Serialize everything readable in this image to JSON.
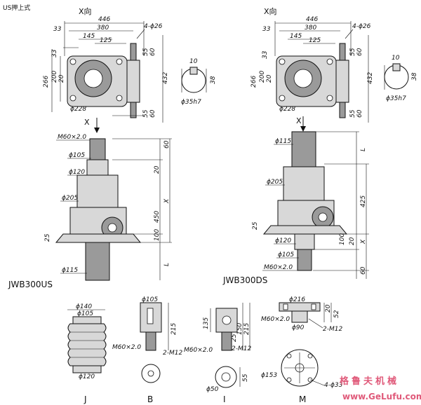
{
  "header": {
    "title": "US押上式"
  },
  "left_top": {
    "view": "X向",
    "dims": [
      "446",
      "380",
      "145",
      "125",
      "33",
      "4-ϕ26",
      "33",
      "55",
      "60",
      "266",
      "200",
      "20",
      "432",
      "55",
      "60",
      "ϕ228"
    ]
  },
  "key_left": {
    "dims": [
      "10",
      "38",
      "ϕ35h7"
    ]
  },
  "right_top": {
    "view": "X向",
    "dims": [
      "446",
      "380",
      "145",
      "125",
      "33",
      "4-ϕ26",
      "33",
      "55",
      "60",
      "266",
      "200",
      "20",
      "432",
      "55",
      "60",
      "ϕ228"
    ]
  },
  "key_right": {
    "dims": [
      "10",
      "38",
      "ϕ35h7"
    ]
  },
  "left_side": {
    "arrow": "X",
    "dims": [
      "M60×2.0",
      "ϕ105",
      "ϕ120",
      "ϕ205",
      "25",
      "ϕ115",
      "60",
      "20",
      "450",
      "X",
      "100",
      "L"
    ],
    "model": "JWB300US"
  },
  "right_side": {
    "arrow": "X",
    "dims": [
      "ϕ115",
      "ϕ205",
      "25",
      "ϕ120",
      "ϕ105",
      "M60×2.0",
      "L",
      "425",
      "20",
      "X",
      "100",
      "60"
    ],
    "model": "JWB300DS"
  },
  "detail_J": {
    "dims": [
      "ϕ140",
      "ϕ105",
      "ϕ120"
    ],
    "label": "J"
  },
  "detail_B": {
    "dims": [
      "ϕ105",
      "215",
      "M60×2.0",
      "2-M12"
    ],
    "label": "B"
  },
  "detail_I": {
    "dims": [
      "135",
      "150",
      "215",
      "25",
      "M60×2.0",
      "2-M12",
      "55",
      "ϕ50"
    ],
    "label": "I"
  },
  "detail_M": {
    "dims": [
      "ϕ216",
      "20",
      "52",
      "M60×2.0",
      "ϕ90",
      "2-M12",
      "ϕ153",
      "4-ϕ33"
    ],
    "label": "M"
  },
  "watermark": {
    "cn": "格鲁夫机械",
    "url": "www.GeLufu.com"
  }
}
